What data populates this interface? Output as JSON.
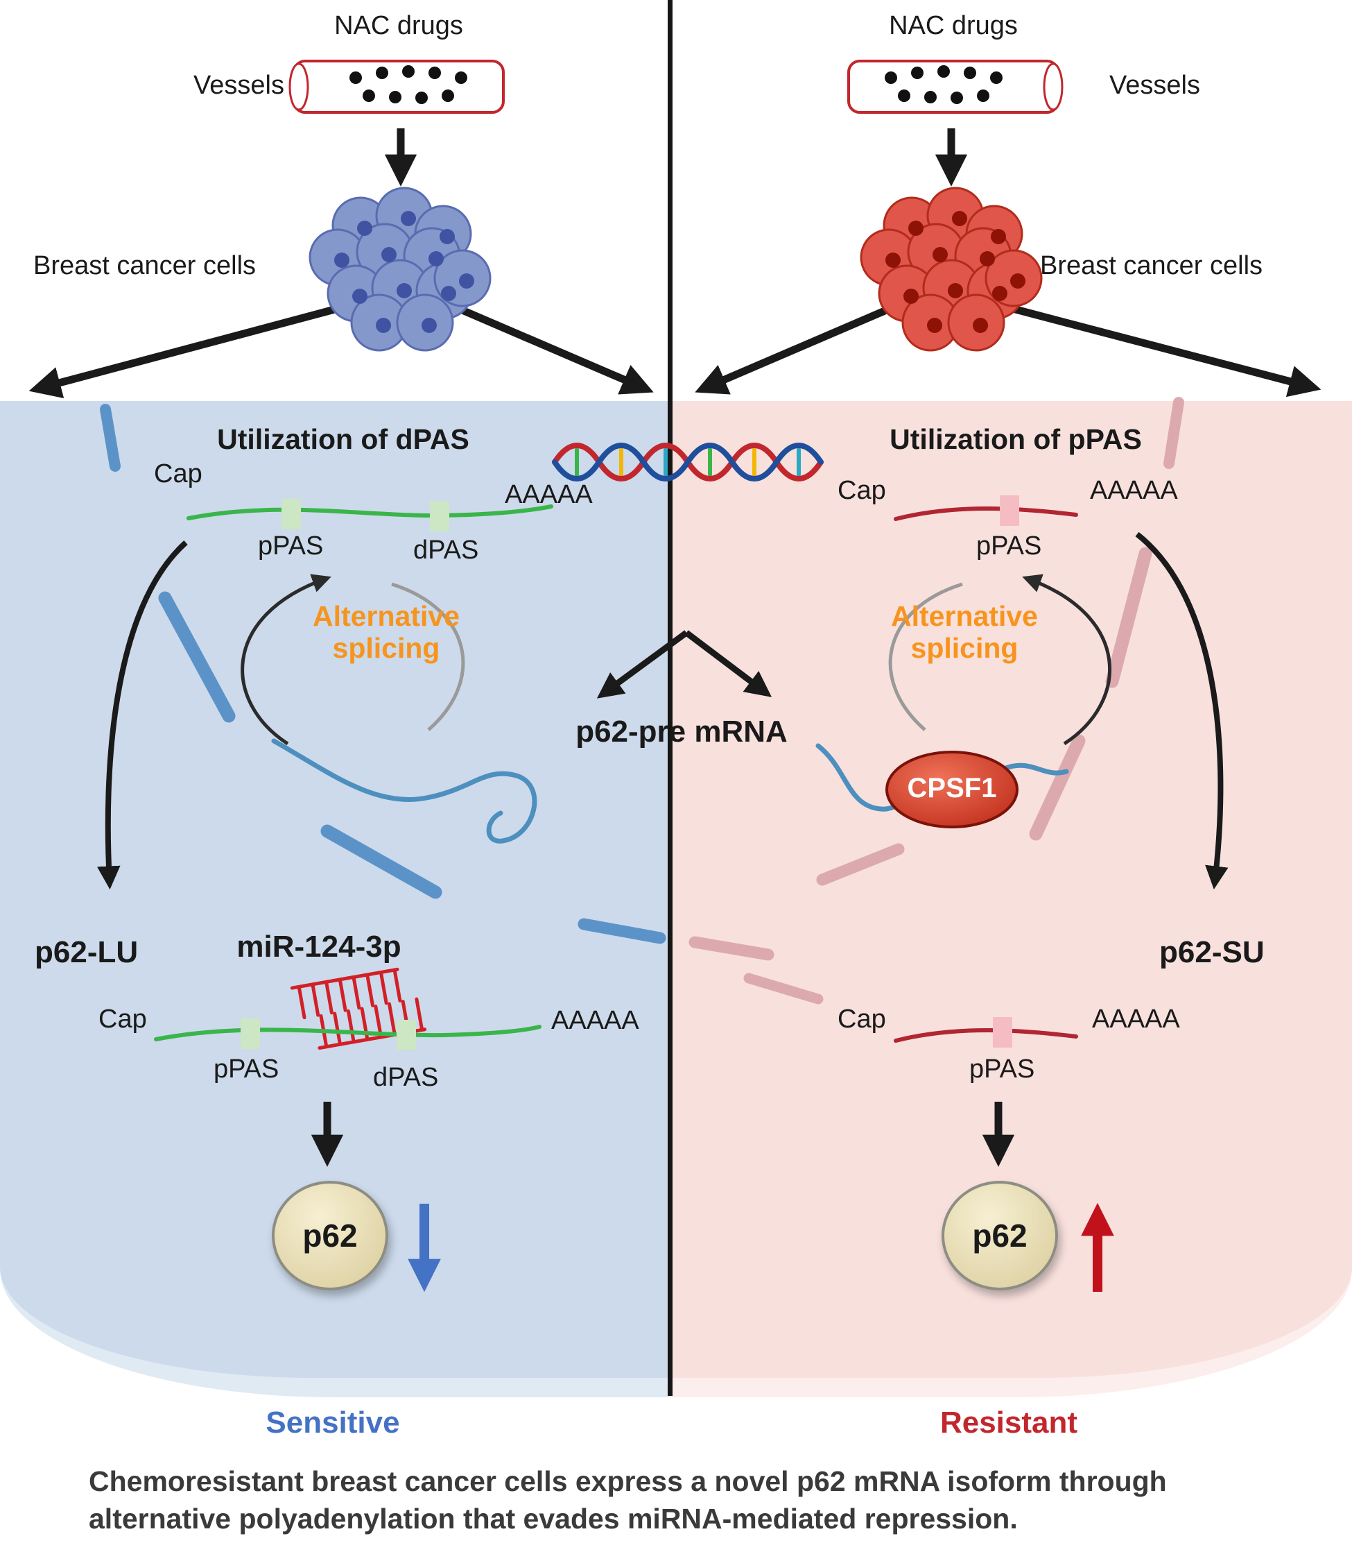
{
  "top": {
    "left": {
      "nac": "NAC drugs",
      "vessels": "Vessels",
      "cells": "Breast cancer cells"
    },
    "right": {
      "nac": "NAC drugs",
      "vessels": "Vessels",
      "cells": "Breast cancer cells"
    }
  },
  "center": {
    "pre_mrna": "p62-pre mRNA"
  },
  "sensitive": {
    "title": "Utilization of dPAS",
    "cap_top": "Cap",
    "ppas_top": "pPAS",
    "dpas_top": "dPAS",
    "polyA_top": "AAAAA",
    "alt_splicing": "Alternative splicing",
    "isoform": "p62-LU",
    "mirna": "miR-124-3p",
    "cap_bottom": "Cap",
    "ppas_bottom": "pPAS",
    "dpas_bottom": "dPAS",
    "polyA_bottom": "AAAAA",
    "protein": "p62",
    "state": "Sensitive"
  },
  "resistant": {
    "title": "Utilization of pPAS",
    "cap_top": "Cap",
    "ppas_top": "pPAS",
    "polyA_top": "AAAAA",
    "alt_splicing": "Alternative splicing",
    "cpsf1": "CPSF1",
    "isoform": "p62-SU",
    "cap_bottom": "Cap",
    "ppas_bottom": "pPAS",
    "polyA_bottom": "AAAAA",
    "protein": "p62",
    "state": "Resistant"
  },
  "caption": {
    "line1": "Chemoresistant breast cancer cells express a novel p62 mRNA isoform through",
    "line2": "alternative polyadenylation that evades miRNA-mediated repression."
  },
  "colors": {
    "sensitive_panel": "#ccdaeb",
    "resistant_panel": "#f8e0dd",
    "sensitive_accent": "#4472c4",
    "resistant_accent": "#c1272d",
    "orange_accent": "#f7941d",
    "mrna_green": "#3ab54a",
    "mrna_red": "#b02631",
    "pas_box_green": "#cde6c3",
    "pas_box_pink": "#f6bcc4",
    "protein_fill": "#e9e0bd",
    "vessel_border": "#c1272d",
    "blue_cells": "#8598cc",
    "red_cells": "#e0564a"
  }
}
